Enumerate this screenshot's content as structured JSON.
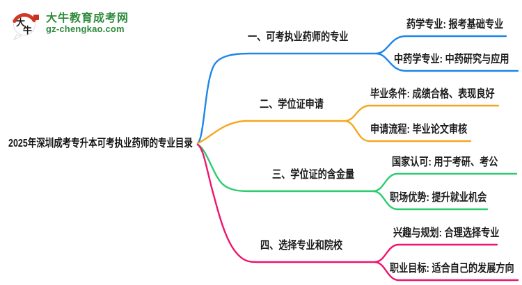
{
  "logo": {
    "site_name": "大牛教育成考网",
    "site_url": "gz-chengkao.com",
    "icon_text_top": "大",
    "icon_text_bottom": "牛",
    "brand_color": "#2e8b3c",
    "seal_color": "#c9301f"
  },
  "root": {
    "label": "2025年深圳成考专升本可考执业药师的专业目录"
  },
  "branches": [
    {
      "label": "一、可考执业药师的专业",
      "color": "#1e86e8",
      "children": [
        "药学专业: 报考基础专业",
        "中药学专业: 中药研究与应用"
      ]
    },
    {
      "label": "二、学位证申请",
      "color": "#f5a71f",
      "children": [
        "毕业条件: 成绩合格、表现良好",
        "申请流程: 毕业论文审核"
      ]
    },
    {
      "label": "三、学位证的含金量",
      "color": "#2dcb70",
      "children": [
        "国家认可: 用于考研、考公",
        "职场优势: 提升就业机会"
      ]
    },
    {
      "label": "四、选择专业和院校",
      "color": "#ef146e",
      "children": [
        "兴趣与规划: 合理选择专业",
        "职业目标: 适合自己的发展方向"
      ]
    }
  ]
}
